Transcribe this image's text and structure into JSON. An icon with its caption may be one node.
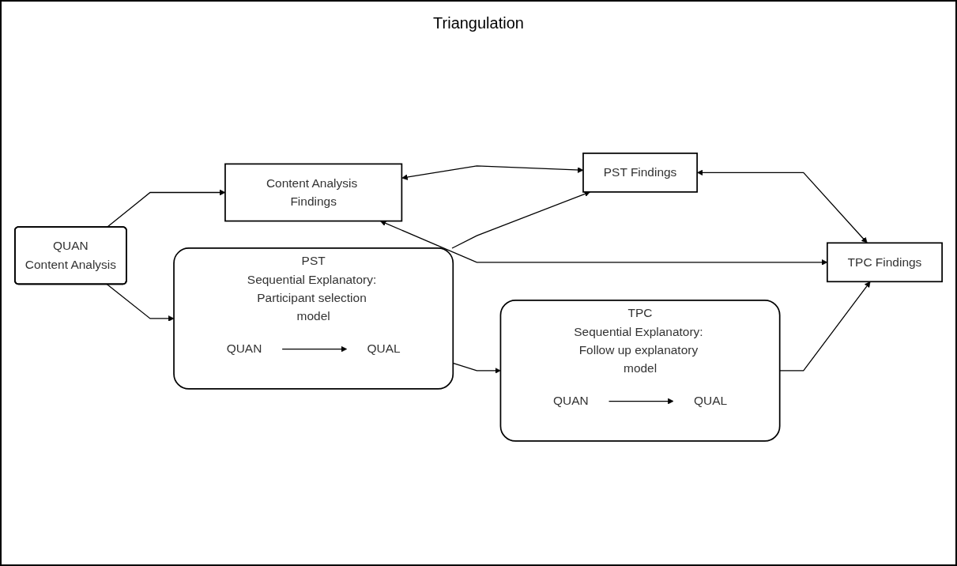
{
  "diagram": {
    "nodes": [
      {
        "text": [
          "QUAN",
          "Content Analysis"
        ]
      },
      {
        "text": [
          "PST",
          "Sequential Explanatory: Participant selection model"
        ]
      },
      {
        "text": [
          "QUAN"
        ],
        "in": 1
      },
      {
        "text": [
          "QUAL"
        ],
        "in": 1
      },
      {
        "text": [
          "TPC",
          "Sequential Explanatory: Follow up explanatory model"
        ]
      },
      {
        "text": [
          "QUAN"
        ],
        "in": 4
      },
      {
        "text": [
          "QUAL"
        ],
        "in": 4
      },
      {
        "text": [
          "Content Analysis Findings"
        ]
      },
      {
        "text": [
          "PST Findings"
        ]
      },
      {
        "text": [
          "TPC Findings"
        ]
      }
    ],
    "edges": [
      {
        "from": 0,
        "to": 1,
        "arrow": "to"
      },
      {
        "from": 2,
        "to": 3,
        "arrow": "to"
      },
      {
        "from": 1,
        "to": 4,
        "arrow": "to"
      },
      {
        "from": 5,
        "to": 6,
        "arrow": "to"
      },
      {
        "from": 0,
        "to": 7,
        "arrow": "to"
      },
      {
        "from": 1,
        "to": 8,
        "arrow": "to"
      },
      {
        "from": 4,
        "to": 9,
        "arrow": "to"
      },
      {
        "from": 7,
        "to": 8,
        "arrow": "both"
      },
      {
        "from": 8,
        "to": 9,
        "arrow": "both"
      },
      {
        "from": 7,
        "to": 9,
        "arrow": "both"
      }
    ],
    "labels": [
      "Triangulation"
    ]
  }
}
